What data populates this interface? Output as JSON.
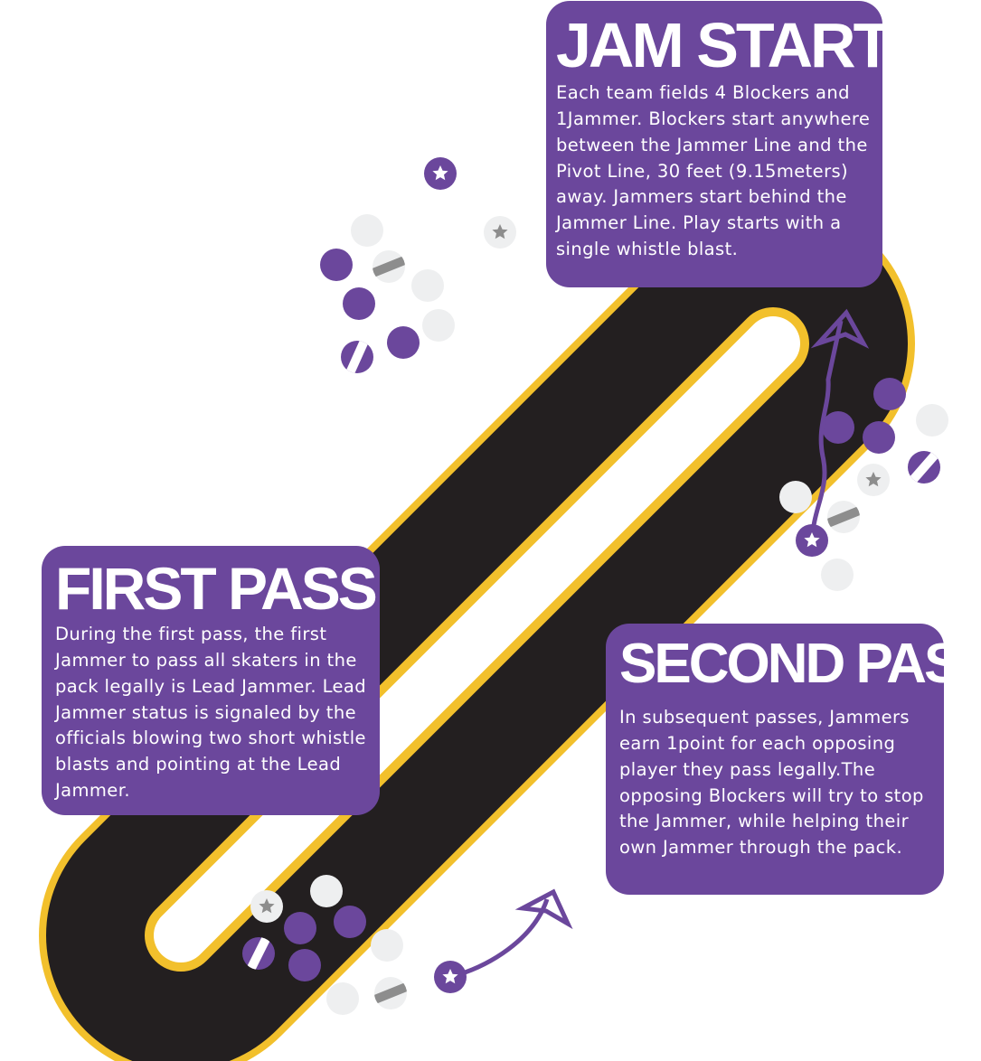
{
  "colors": {
    "track": "#231f20",
    "border": "#f2c02c",
    "purple": "#6b479c",
    "white_skater": "#eeeff0",
    "gray_stripe": "#8d8d8d",
    "star": "#ffffff"
  },
  "cards": {
    "jam_start": {
      "title": "JAM START",
      "body": "Each team fields 4 Blockers and 1Jammer. Blockers start anywhere between the Jammer Line and the Pivot Line, 30 feet (9.15meters) away. Jammers start behind the Jammer Line. Play starts with a single whistle blast."
    },
    "first_pass": {
      "title": "FIRST PASS",
      "body": "During the first pass, the first Jammer to pass all skaters in the pack legally is Lead Jammer. Lead Jammer status is signaled by the officials blowing two short whistle blasts and pointing at the Lead Jammer."
    },
    "second_pass": {
      "title": "SECOND PASS",
      "body": "In subsequent passes, Jammers earn 1point for each opposing player they pass legally.The opposing Blockers will try to stop the Jammer, while helping their own Jammer through the pack."
    }
  },
  "icons": {
    "jammer": "star-icon",
    "pivot": "stripe-icon",
    "direction": "arrow-icon"
  }
}
